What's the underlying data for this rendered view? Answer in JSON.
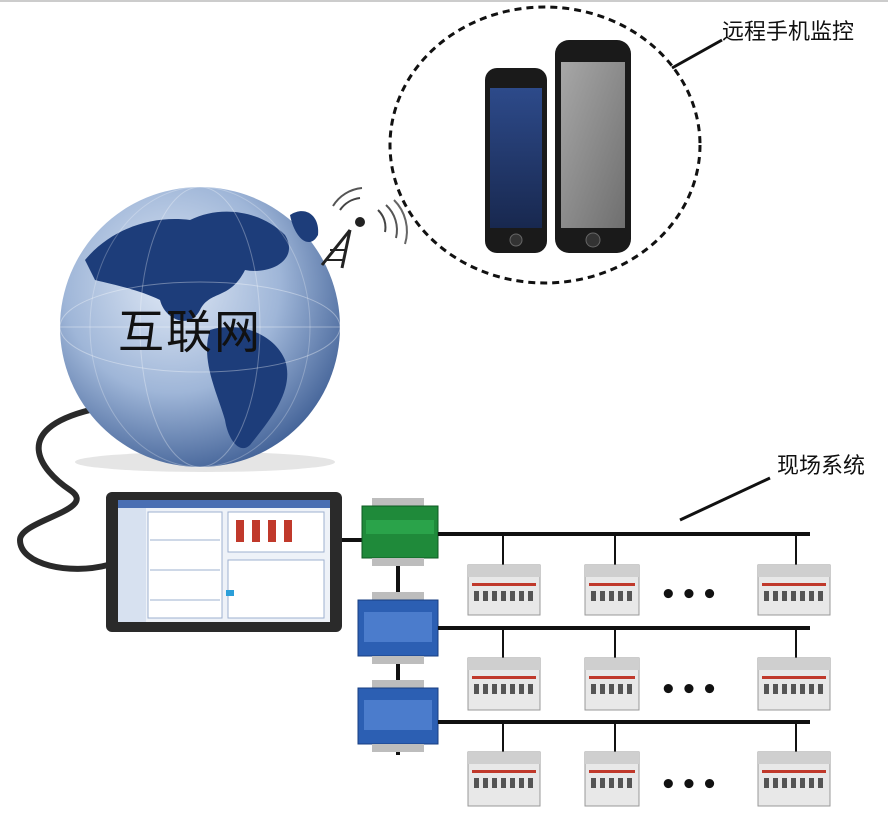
{
  "labels": {
    "internet": "互联网",
    "remote_phone": "远程手机监控",
    "field_system": "现场系统"
  },
  "ellipsis": "•••",
  "colors": {
    "globe_dark": "#1d3d7a",
    "globe_light": "#9fb6d8",
    "gateway_green": "#1f8a3a",
    "gateway_blue": "#2c5fb3",
    "bus_line": "#111111",
    "tablet_frame": "#2a2a2a"
  }
}
